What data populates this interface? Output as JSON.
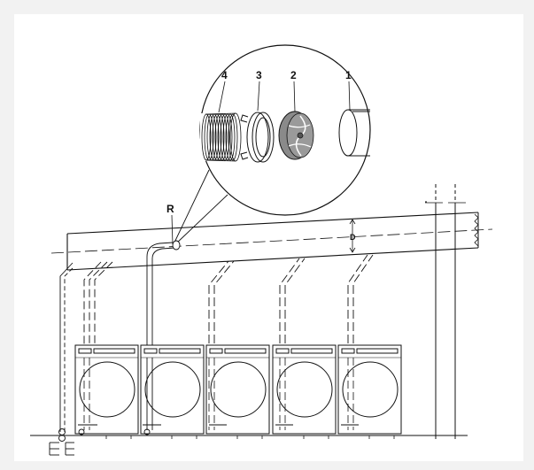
{
  "diagram": {
    "detail_labels": {
      "part_4": "4",
      "part_3": "3",
      "part_2": "2",
      "part_1": "1"
    },
    "duct_labels": {
      "reducer": "R",
      "diameter": "D"
    },
    "colors": {
      "background": "#f2f2f2",
      "page": "#ffffff",
      "line": "#111111",
      "damper_fill": "#8a8a8a"
    }
  }
}
